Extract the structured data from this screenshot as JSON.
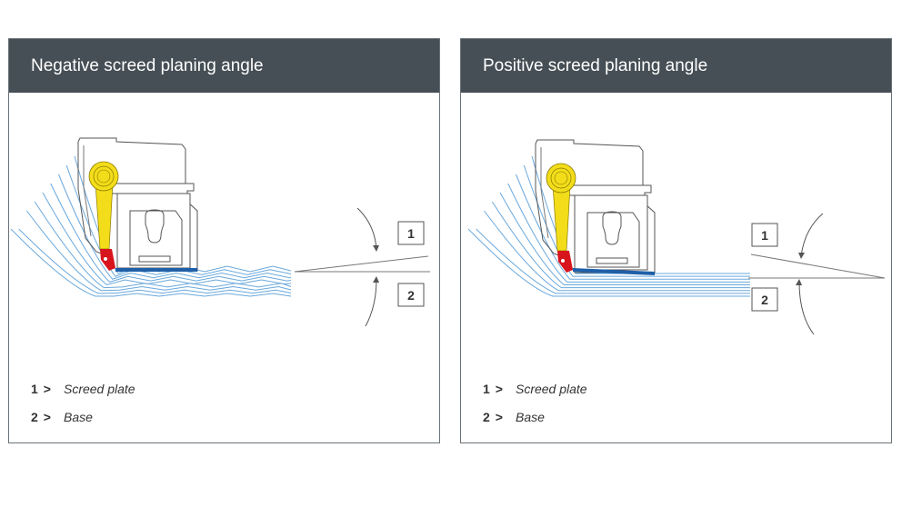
{
  "panels": [
    {
      "title": "Negative screed planing angle",
      "callouts": [
        "1",
        "2"
      ],
      "legend": [
        {
          "num": "1",
          "sep": ">",
          "label": "Screed plate"
        },
        {
          "num": "2",
          "sep": ">",
          "label": "Base"
        }
      ]
    },
    {
      "title": "Positive screed planing angle",
      "callouts": [
        "1",
        "2"
      ],
      "legend": [
        {
          "num": "1",
          "sep": ">",
          "label": "Screed plate"
        },
        {
          "num": "2",
          "sep": ">",
          "label": "Base"
        }
      ]
    }
  ],
  "colors": {
    "header": "#464f55",
    "material": "#6aa8dc",
    "plate": "#1f5fa8",
    "arm": "#f3dd1a",
    "tip": "#d8141c"
  }
}
